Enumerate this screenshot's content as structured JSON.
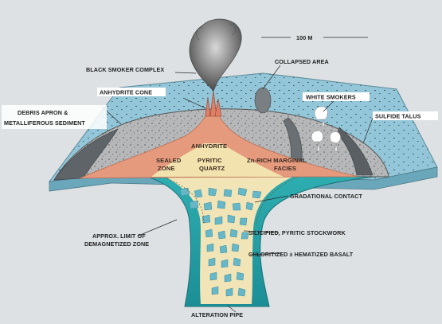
{
  "diagram": {
    "scale_bar": "100 M",
    "labels": {
      "black_smoker_complex": "BLACK SMOKER COMPLEX",
      "collapsed_area": "COLLAPSED AREA",
      "anhydrite_cone": "ANHYDRITE CONE",
      "white_smokers": "WHITE SMOKERS",
      "debris_apron_line1": "DEBRIS APRON &",
      "debris_apron_line2": "METALLIFEROUS SEDIMENT",
      "sulfide_talus": "SULFIDE TALUS",
      "anhydrite": "ANHYDRITE",
      "sealed_line1": "SEALED",
      "sealed_line2": "ZONE",
      "pyritic": "PYRITIC",
      "quartz": "QUARTZ",
      "zn_rich_line1": "Zn-RICH MARGINAL",
      "zn_rich_line2": "FACIES",
      "gradational_contact": "GRADATIONAL CONTACT",
      "silicified_stockwork": "SILICIFIED, PYRITIC STOCKWORK",
      "approx_limit_line1": "APPROX. LIMIT OF",
      "approx_limit_line2": "DEMAGNETIZED ZONE",
      "chloritized_basalt": "CHLORITIZED ± HEMATIZED BASALT",
      "alteration_pipe": "ALTERATION PIPE"
    },
    "colors": {
      "seafloor_blue": "#8ec3d6",
      "pipe_teal": "#27a3a8",
      "mound_grey": "#b4b6b8",
      "anhydrite_pink": "#e8987c",
      "core_cream": "#f3e6b8",
      "stockwork_blue": "#6bb8c8"
    }
  }
}
